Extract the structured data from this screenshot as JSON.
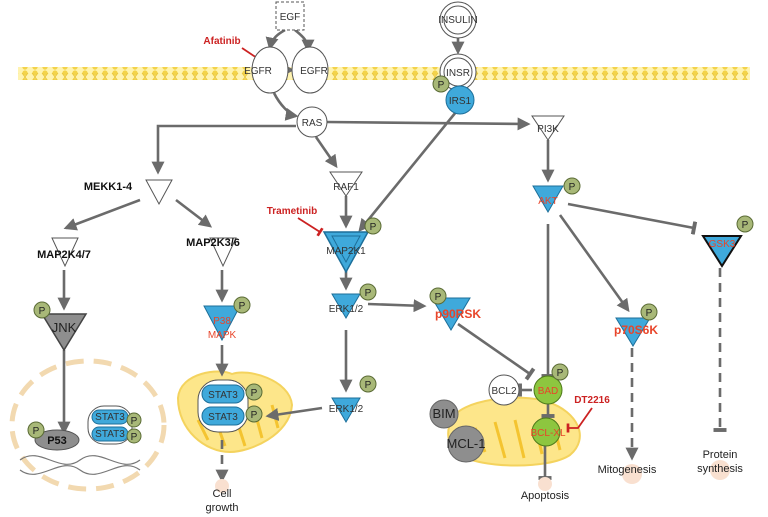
{
  "nodes": {
    "egf": "EGF",
    "egfr_1": "EGFR",
    "egfr_2": "EGFR",
    "insulin": "INSULIN",
    "insr": "INSR",
    "irs1": "IRS1",
    "ras": "RAS",
    "pi3k": "PI3K",
    "raf1": "RAF1",
    "mekk": "MEKK1-4",
    "map2k4": "MAP2K4/7",
    "map2k3": "MAP2K3/6",
    "map2k1": "MAP2K1",
    "erk_1": "ERK1/2",
    "erk_2": "ERK1/2",
    "p90rsk": "p90RSK",
    "akt": "AKT",
    "gsk3": "GSK3",
    "p70s6k": "p70S6K",
    "jnk": "JNK",
    "p38_1": "P38",
    "p38_2": "MAPK",
    "p53": "P53",
    "stat3_a": "STAT3",
    "stat3_b": "STAT3",
    "stat3_c": "STAT3",
    "stat3_d": "STAT3",
    "bcl2": "BCL2",
    "bad": "BAD",
    "bclxl": "BCL-XL",
    "bim": "BIM",
    "mcl1": "MCL-1"
  },
  "drugs": {
    "afatinib": "Afatinib",
    "trametinib": "Trametinib",
    "dt2216": "DT2216"
  },
  "outcomes": {
    "cell_growth_1": "Cell",
    "cell_growth_2": "growth",
    "apoptosis": "Apoptosis",
    "mitogenesis": "Mitogenesis",
    "protein_synthesis_1": "Protein",
    "protein_synthesis_2": "synthesis"
  },
  "phospho_label": "P",
  "colors": {
    "blue": "#3fa9db",
    "green": "#8dc63f",
    "grey": "#9a9a9a",
    "phospho": "#a8b878",
    "inhibitor": "#cc2222",
    "highlight_text": "#e8452a",
    "membrane": "#f6e27a",
    "mito": "#fde68a"
  }
}
